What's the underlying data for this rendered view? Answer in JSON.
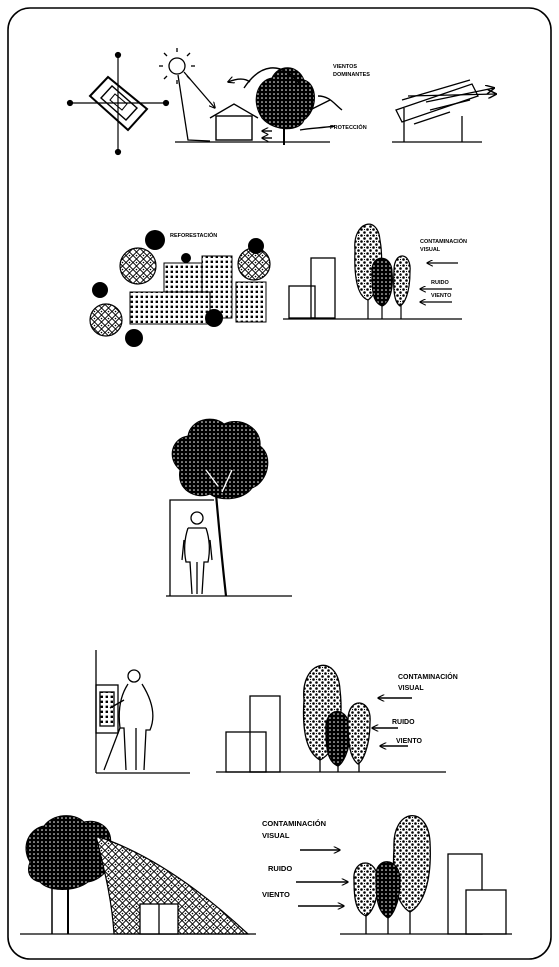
{
  "panel1": {
    "label_winds_1": "VIENTOS",
    "label_winds_2": "DOMINANTES",
    "label_protection": "PROTECCIÓN"
  },
  "panel2": {
    "label_reforestation": "REFORESTACIÓN",
    "label_visual_1": "CONTAMINACIÓN",
    "label_visual_2": "VISUAL",
    "label_noise": "RUIDO",
    "label_wind": "VIENTO"
  },
  "panel4": {
    "label_visual_1": "CONTAMINACIÓN",
    "label_visual_2": "VISUAL",
    "label_noise": "RUIDO",
    "label_wind": "VIENTO"
  },
  "panel5": {
    "label_visual_1": "CONTAMINACIÓN",
    "label_visual_2": "VISUAL",
    "label_noise": "RUIDO",
    "label_wind": "VIENTO"
  },
  "icons": [
    "compass-rose-icon",
    "sun-icon",
    "tree-icon",
    "house-icon",
    "person-icon",
    "building-icon",
    "arrow-left-icon",
    "arrow-right-icon"
  ]
}
